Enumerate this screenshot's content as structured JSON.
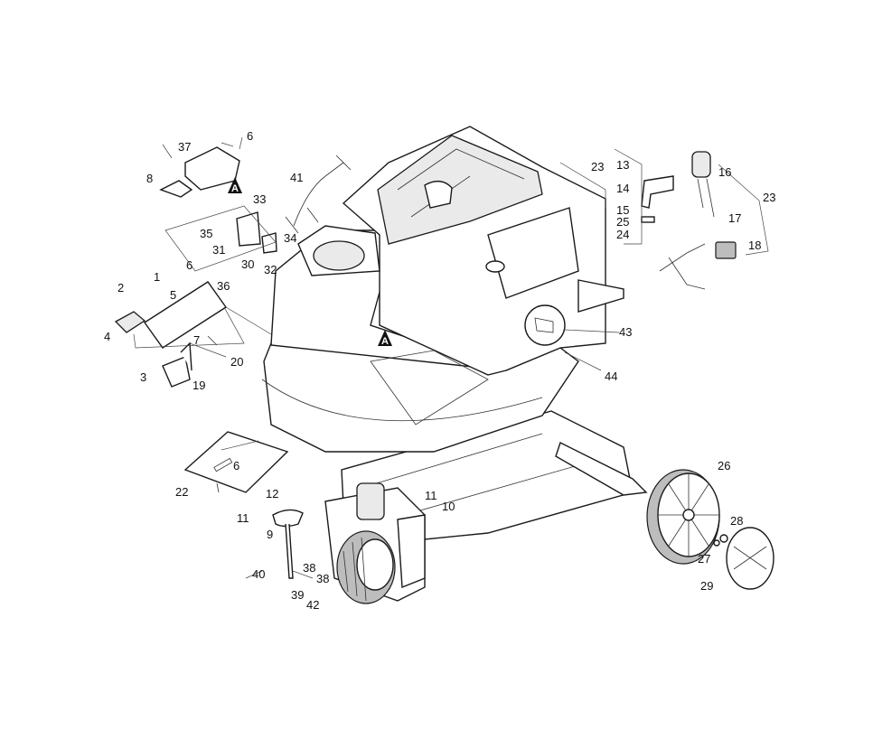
{
  "callouts": [
    "1",
    "2",
    "3",
    "4",
    "5",
    "6",
    "6",
    "6",
    "7",
    "8",
    "9",
    "10",
    "11",
    "11",
    "12",
    "13",
    "14",
    "15",
    "16",
    "17",
    "18",
    "19",
    "20",
    "22",
    "23",
    "23",
    "24",
    "25",
    "26",
    "27",
    "28",
    "29",
    "30",
    "31",
    "32",
    "33",
    "34",
    "35",
    "36",
    "37",
    "38",
    "38",
    "39",
    "40",
    "41",
    "42",
    "43",
    "44"
  ],
  "reference_marks": [
    "A",
    "A"
  ],
  "colors": {
    "line": "#1a1a1a",
    "shade": "#eaeaea",
    "background": "#ffffff"
  }
}
